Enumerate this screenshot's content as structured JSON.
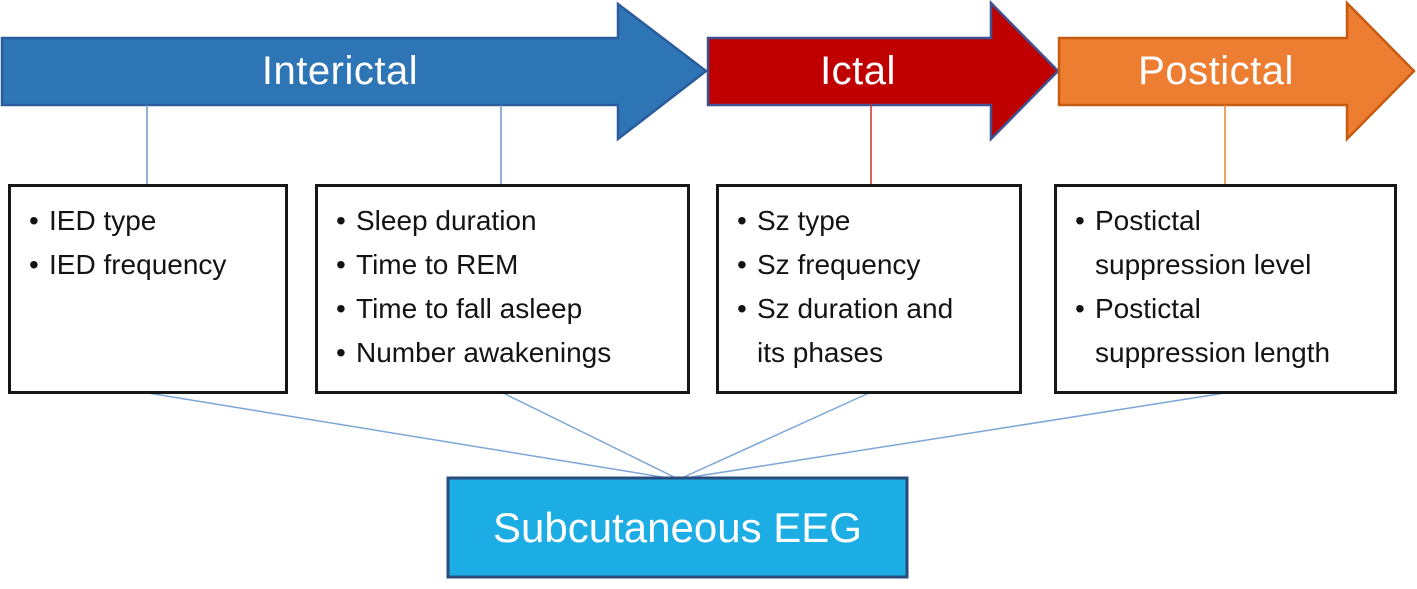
{
  "diagram": {
    "phases": [
      {
        "label": "Interictal",
        "fill": "#2E75B6",
        "stroke": "#2A5B9B"
      },
      {
        "label": "Ictal",
        "fill": "#C00000",
        "stroke": "#3F5191"
      },
      {
        "label": "Postictal",
        "fill": "#ED7D31",
        "stroke": "#C55A11"
      }
    ],
    "detail_boxes": [
      {
        "phase": "Interictal",
        "items": [
          "IED type",
          "IED frequency"
        ]
      },
      {
        "phase": "Interictal",
        "items": [
          "Sleep duration",
          "Time to REM",
          "Time to fall asleep",
          "Number awakenings"
        ]
      },
      {
        "phase": "Ictal",
        "items": [
          "Sz type",
          "Sz frequency",
          "Sz duration and\nits phases"
        ]
      },
      {
        "phase": "Postictal",
        "items": [
          "Postictal\nsuppression level",
          "Postictal\nsuppression length"
        ]
      }
    ],
    "hub": {
      "label": "Subcutaneous EEG",
      "fill": "#1CADE4",
      "stroke": "#2A4B7C"
    },
    "connector_colors": {
      "interictal": "#6E93C6",
      "ictal": "#C63231",
      "postictal": "#E8872F",
      "fan": "#7CA6D8"
    }
  }
}
